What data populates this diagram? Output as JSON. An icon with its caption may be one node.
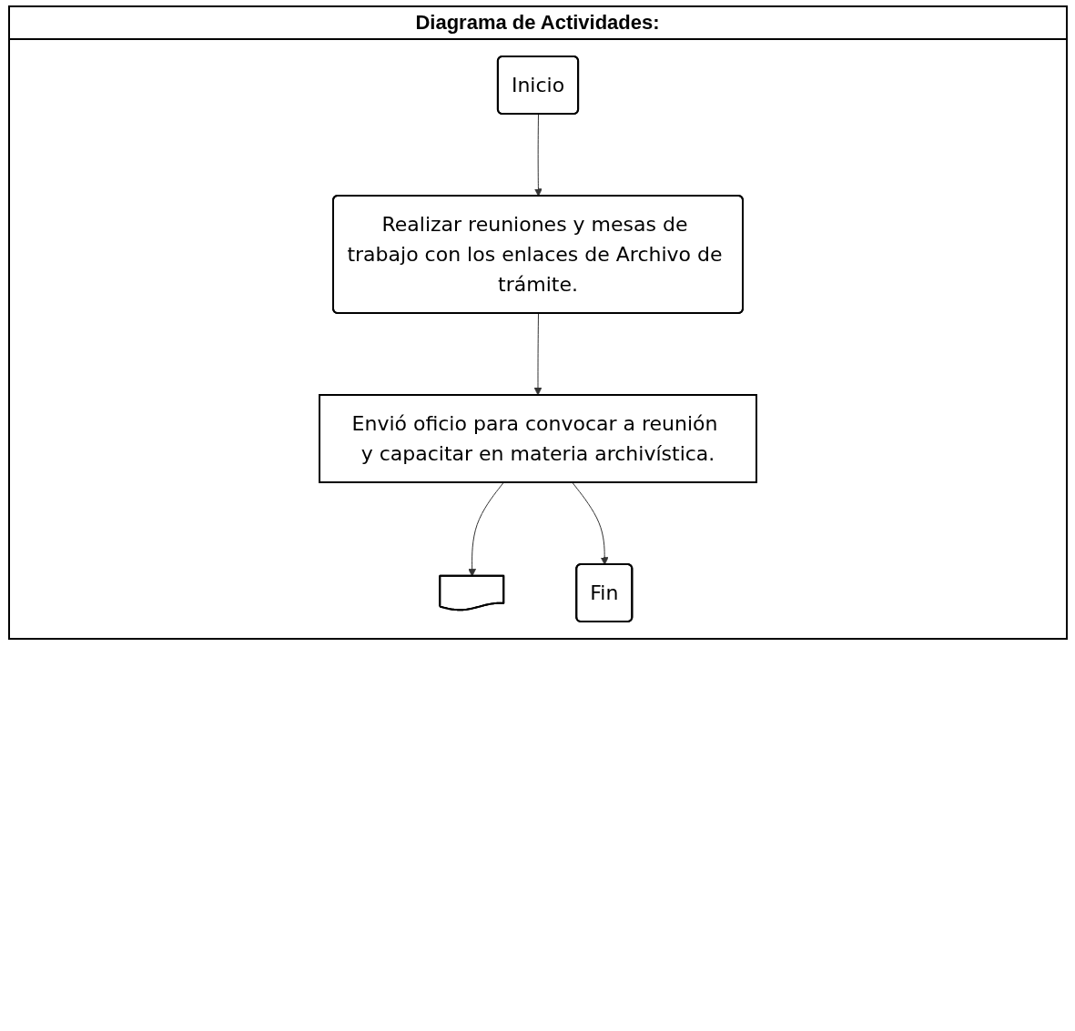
{
  "diagram": {
    "title": "Diagrama de Actividades:",
    "nodes": [
      {
        "text": [
          "Inicio"
        ]
      },
      {
        "text": [
          "Realizar reuniones y mesas de trabajo con los enlaces de Archivo de trámite."
        ]
      },
      {
        "text": [
          "Envió oficio para convocar a reunión y capacitar en materia archivística."
        ]
      },
      {
        "text": [],
        "shape": "document"
      },
      {
        "text": [
          "Fin"
        ]
      }
    ],
    "edges": [
      {
        "from": 0,
        "to": 1,
        "arrow": "to"
      },
      {
        "from": 1,
        "to": 2,
        "arrow": "to"
      },
      {
        "from": 2,
        "to": 3,
        "arrow": "to"
      },
      {
        "from": 2,
        "to": 4,
        "arrow": "to"
      }
    ]
  }
}
